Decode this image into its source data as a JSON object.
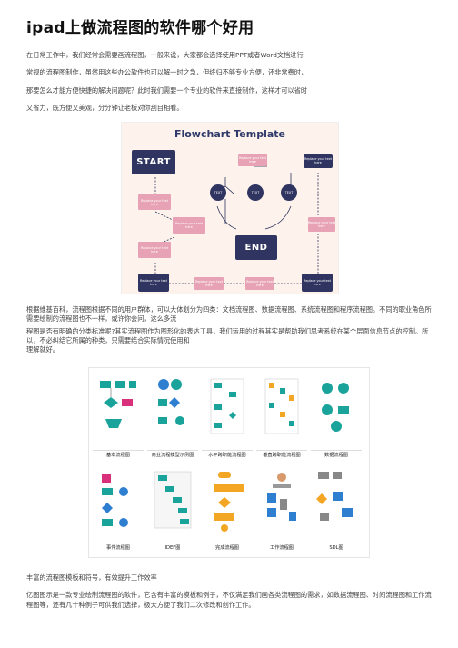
{
  "title": "ipad上做流程图的软件哪个好用",
  "intro": [
    "在日常工作中，我们经常会需要画流程图，一般来说，大家都会选择使用PPT或者Word文档进行",
    "常规的流程图制作，虽然用这些办公软件也可以解一时之急，但终归不够专业方便，还非常费时，",
    "那要怎么才能方便快捷的解决问题呢？此时我们需要一个专业的软件来直接制作，这样才可以省时",
    "又省力，既方便又美观，分分钟让老板对你刮目相看。"
  ],
  "flowchart": {
    "title": "Flowchart Template",
    "start": "START",
    "end": "END",
    "text_label": "TEXT",
    "placeholder": "Replace your text here"
  },
  "para2": "根据维基百科，流程图根据不同的用户群体，可以大体划分为四类：文档流程图、数据流程图、系统流程图和程序流程图。不同的职业角色所需要绘制的流程图也不一样，或许你会问，这么多流",
  "para3": "程图是否有明确的分类标准呢?其实流程图作为图形化的表达工具，我们运用的过程其实是帮助我们思考系统在某个层面信息节点的控制。所以，不必纠结它所属的种类，只需要结合实际情况使用和",
  "para4": "理解就好。",
  "shapes": [
    "基本流程图",
    "商业流程模型示例图",
    "水平跨职能流程图",
    "垂直跨职能流程图",
    "数据流程图",
    "事件流程图",
    "IDEF图",
    "完成流程图",
    "工作流程图",
    "SDL图"
  ],
  "para5": "丰富的流程图模板和符号，有效提升工作效率",
  "para6": "亿图图示是一款专业绘制流程图的软件，它含有丰富的模板和例子，不仅满足我们画各类流程图的需求，如数据流程图、时间流程图和工作流程图等，还有几十种例子可供我们选择，极大方便了我们二次修改和创作工作。",
  "colors": {
    "navy": "#2f3560",
    "pink": "#e7a3b5",
    "teal": "#1aa39a",
    "magenta": "#d9307c",
    "orange": "#f3a623",
    "blue": "#2f7fd1"
  }
}
